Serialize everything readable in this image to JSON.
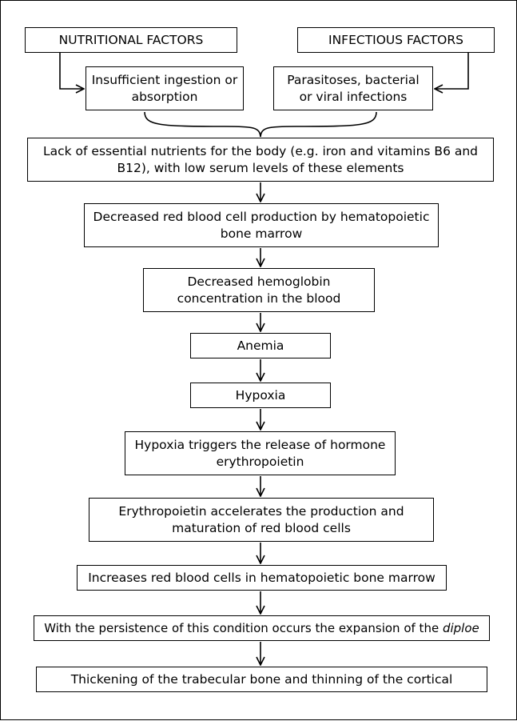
{
  "nutritional_factors": "NUTRITIONAL FACTORS",
  "infectious_factors": "INFECTIOUS FACTORS",
  "insufficient_ingestion": "Insufficient ingestion or absorption",
  "infections": "Parasitoses, bacterial or viral infections",
  "lack_of_nutrients": "Lack of essential nutrients for the body (e.g. iron and vitamins B6 and B12), with low serum levels of these elements",
  "decreased_rbc_production": "Decreased red blood cell production by hematopoietic bone marrow",
  "decreased_hemoglobin": "Decreased hemoglobin concentration in the blood",
  "anemia": "Anemia",
  "hypoxia": "Hypoxia",
  "hypoxia_triggers": "Hypoxia triggers the release of hormone erythropoietin",
  "erythropoietin_accelerates": "Erythropoietin accelerates the production and maturation of red blood cells",
  "increases_rbc": "Increases red blood cells in hematopoietic bone marrow",
  "expansion_prefix": "With the persistence of this condition occurs the expansion of the ",
  "expansion_term": "diploe",
  "thickening": "Thickening of the trabecular bone and thinning of the cortical"
}
